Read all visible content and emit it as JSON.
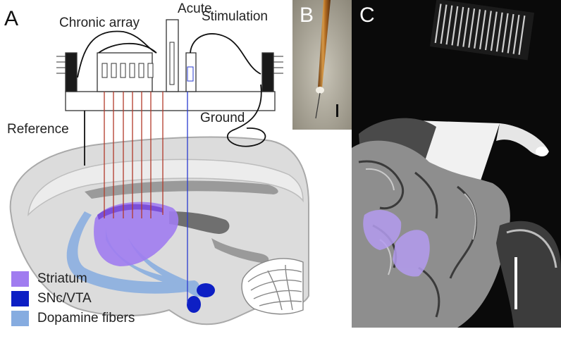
{
  "panels": {
    "a": {
      "letter": "A",
      "labels": {
        "chronic_array": "Chronic array",
        "acute": "Acute",
        "stimulation": "Stimulation",
        "reference": "Reference",
        "ground": "Ground"
      },
      "legend": [
        {
          "label": "Striatum",
          "color": "#a07cf0"
        },
        {
          "label": "SNc/VTA",
          "color": "#0d1fc4"
        },
        {
          "label": "Dopamine fibers",
          "color": "#86ace0"
        }
      ],
      "colors": {
        "chronic_wire": "#b23a2a",
        "stimulation_wire": "#2a3bd0",
        "ventricle": "#6f6f6f",
        "brain_fill": "#dcdcdc",
        "brain_outline": "#a9a9a9"
      }
    },
    "b": {
      "letter": "B"
    },
    "c": {
      "letter": "C",
      "colors": {
        "striatum_overlay": "#b49cf0"
      }
    }
  }
}
